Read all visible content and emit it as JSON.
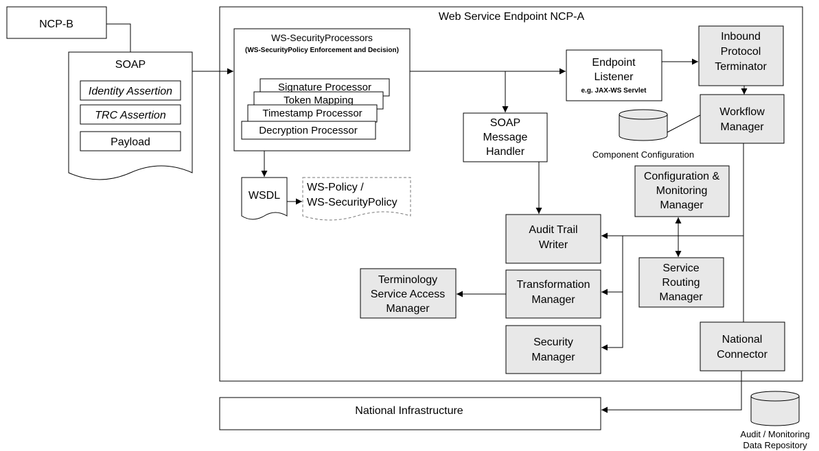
{
  "ncp_b": "NCP-B",
  "soap_doc": {
    "title": "SOAP",
    "items": [
      "Identity Assertion",
      "TRC Assertion",
      "Payload"
    ]
  },
  "endpoint": {
    "title": "Web Service Endpoint NCP-A"
  },
  "ws_security": {
    "title": "WS-SecurityProcessors",
    "subtitle": "(WS-SecurityPolicy Enforcement and Decision)",
    "processors": [
      "Signature Processor",
      "Token Mapping",
      "Timestamp Processor",
      "Decryption Processor"
    ]
  },
  "wsdl": "WSDL",
  "ws_policy": [
    "WS-Policy /",
    "WS-SecurityPolicy"
  ],
  "endpoint_listener": {
    "lines": [
      "Endpoint",
      "Listener"
    ],
    "note": "e.g. JAX-WS Servlet"
  },
  "inbound_terminator": [
    "Inbound",
    "Protocol",
    "Terminator"
  ],
  "soap_handler": [
    "SOAP",
    "Message",
    "Handler"
  ],
  "workflow_manager": [
    "Workflow",
    "Manager"
  ],
  "component_config": "Component Configuration",
  "config_monitoring": [
    "Configuration &",
    "Monitoring",
    "Manager"
  ],
  "audit_trail": [
    "Audit Trail",
    "Writer"
  ],
  "service_routing": [
    "Service",
    "Routing",
    "Manager"
  ],
  "transformation": [
    "Transformation",
    "Manager"
  ],
  "terminology": [
    "Terminology",
    "Service Access",
    "Manager"
  ],
  "security_manager": [
    "Security",
    "Manager"
  ],
  "national_connector": [
    "National",
    "Connector"
  ],
  "national_infrastructure": "National Infrastructure",
  "audit_repo": [
    "Audit / Monitoring",
    "Data Repository"
  ],
  "colors": {
    "box_fill": "#e8e8e8",
    "line": "#000000",
    "background": "#ffffff"
  }
}
